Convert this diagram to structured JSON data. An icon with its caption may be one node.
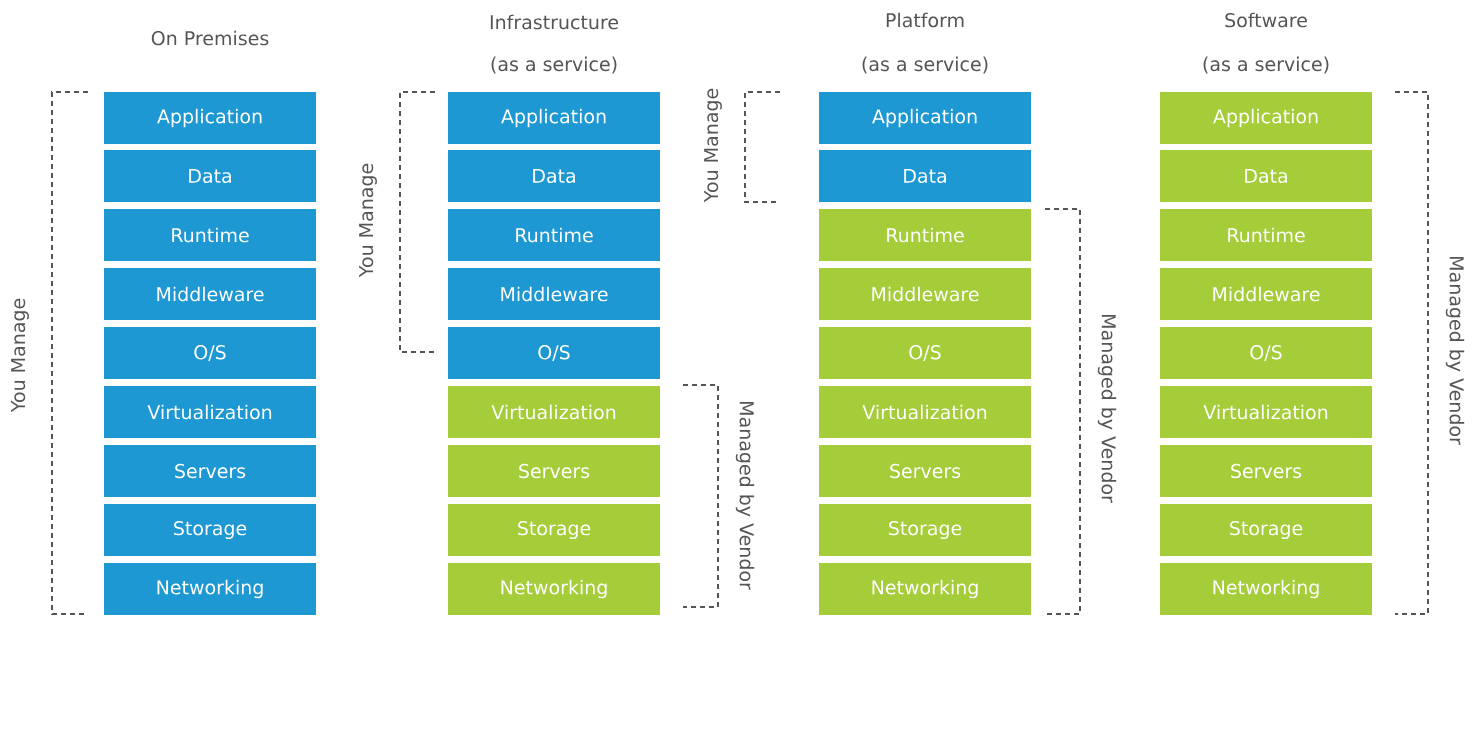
{
  "diagram": {
    "nodes": [
      {
        "text": [
          "Application"
        ]
      },
      {
        "text": [
          "Data"
        ]
      },
      {
        "text": [
          "Runtime"
        ]
      },
      {
        "text": [
          "Middleware"
        ]
      },
      {
        "text": [
          "O/S"
        ]
      },
      {
        "text": [
          "Virtualization"
        ]
      },
      {
        "text": [
          "Servers"
        ]
      },
      {
        "text": [
          "Storage"
        ]
      },
      {
        "text": [
          "Networking"
        ]
      },
      {
        "text": [
          "Application"
        ]
      },
      {
        "text": [
          "Data"
        ]
      },
      {
        "text": [
          "Runtime"
        ]
      },
      {
        "text": [
          "Middleware"
        ]
      },
      {
        "text": [
          "O/S"
        ]
      },
      {
        "text": [
          "Virtualization"
        ]
      },
      {
        "text": [
          "Servers"
        ]
      },
      {
        "text": [
          "Storage"
        ]
      },
      {
        "text": [
          "Networking"
        ]
      },
      {
        "text": [
          "Application"
        ]
      },
      {
        "text": [
          "Data"
        ]
      },
      {
        "text": [
          "Runtime"
        ]
      },
      {
        "text": [
          "Middleware"
        ]
      },
      {
        "text": [
          "O/S"
        ]
      },
      {
        "text": [
          "Virtualization"
        ]
      },
      {
        "text": [
          "Servers"
        ]
      },
      {
        "text": [
          "Storage"
        ]
      },
      {
        "text": [
          "Networking"
        ]
      },
      {
        "text": [
          "Application"
        ]
      },
      {
        "text": [
          "Data"
        ]
      },
      {
        "text": [
          "Runtime"
        ]
      },
      {
        "text": [
          "Middleware"
        ]
      },
      {
        "text": [
          "O/S"
        ]
      },
      {
        "text": [
          "Virtualization"
        ]
      },
      {
        "text": [
          "Servers"
        ]
      },
      {
        "text": [
          "Storage"
        ]
      },
      {
        "text": [
          "Networking"
        ]
      }
    ],
    "labels": [
      "On Premises",
      "Infrastructure",
      "(as a service)",
      "Platform",
      "(as a service)",
      "Software",
      "(as a service)",
      "You Manage",
      "You Manage",
      "You Manage",
      "Managed by Vendor",
      "Managed by Vendor",
      "Managed by Vendor"
    ]
  }
}
